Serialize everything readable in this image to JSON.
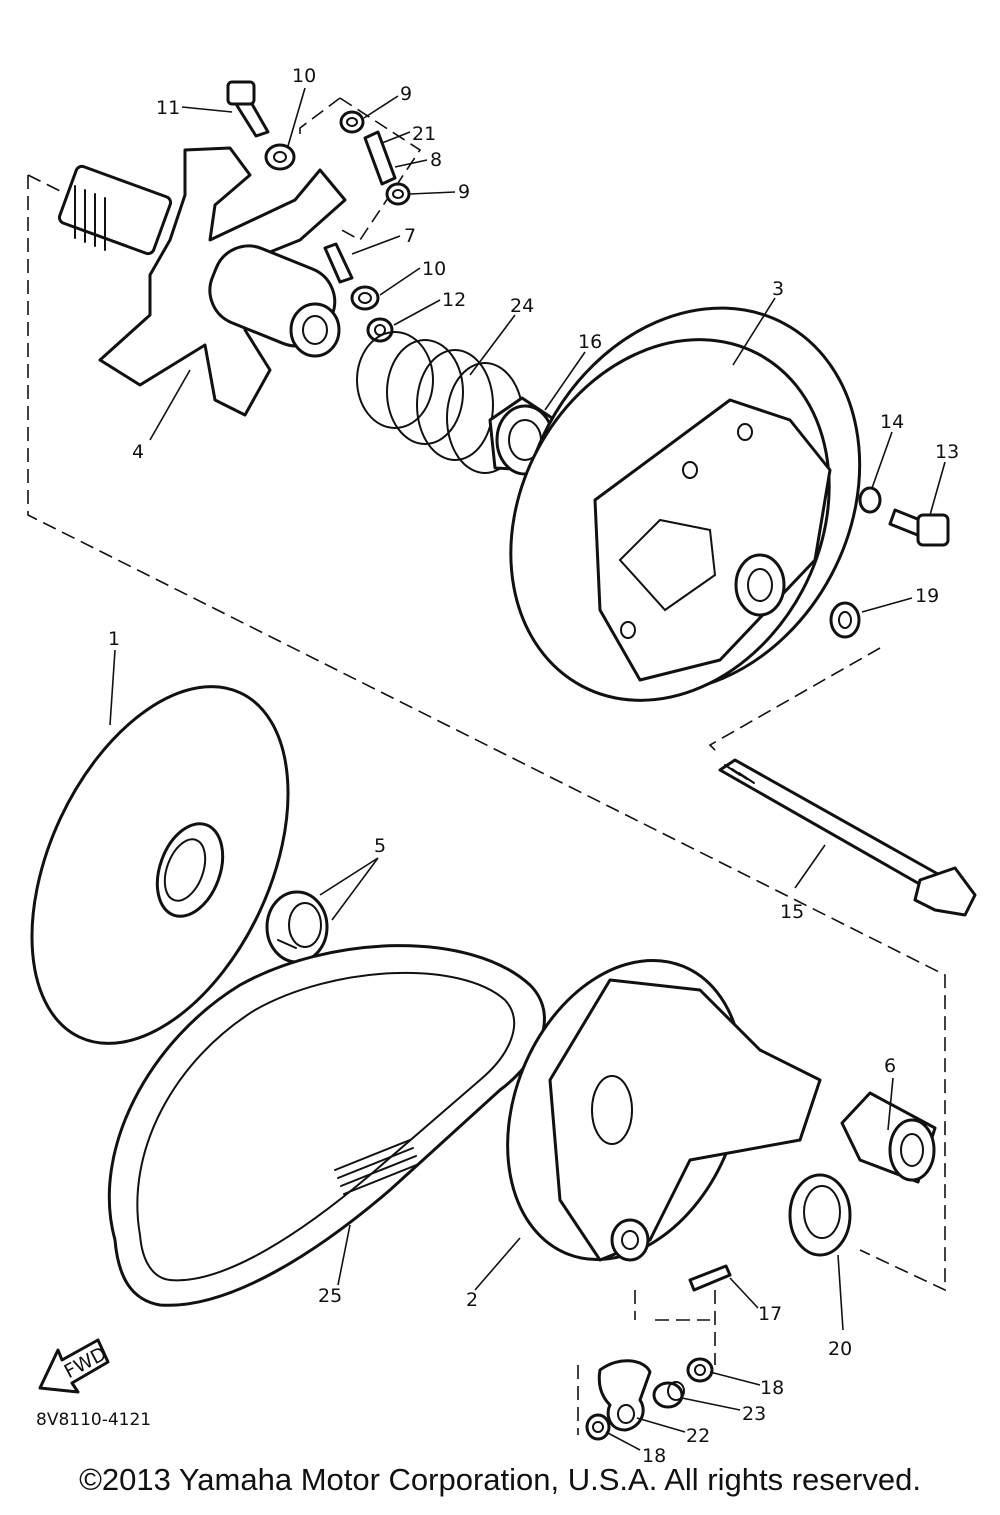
{
  "diagram": {
    "drawing_code": "8V8110-4121",
    "copyright": "©2013 Yamaha Motor Corporation, U.S.A. All rights reserved.",
    "fwd_label": "FWD",
    "callouts": [
      "1",
      "2",
      "3",
      "4",
      "5",
      "6",
      "7",
      "8",
      "9",
      "9",
      "10",
      "10",
      "11",
      "12",
      "13",
      "14",
      "15",
      "16",
      "17",
      "18",
      "18",
      "19",
      "20",
      "21",
      "22",
      "23",
      "24",
      "25"
    ]
  }
}
